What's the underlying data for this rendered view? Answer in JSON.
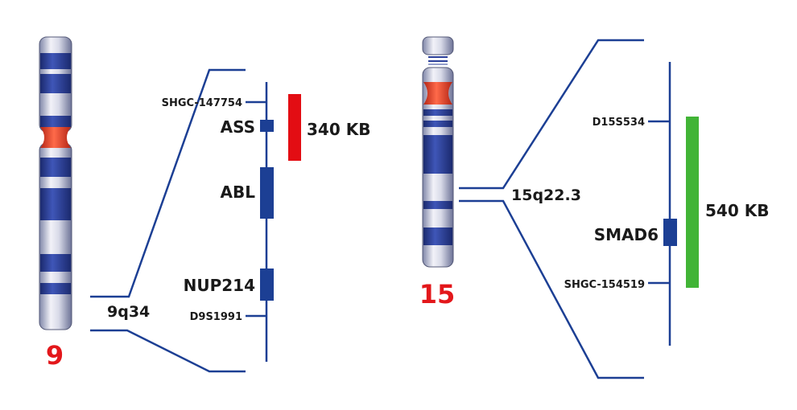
{
  "colors": {
    "line": "#1c3f94",
    "band": "#2b3f9a",
    "centromere": "#e5402a",
    "chromosome_label": "#e3171b",
    "red_bar": "#e30d13",
    "green_bar": "#41b436",
    "gene_block": "#1c3f94"
  },
  "chr9": {
    "number": "9",
    "band_label": "9q34",
    "markers": {
      "shgc": "SHGC-147754",
      "d9s": "D9S1991"
    },
    "genes": {
      "ass": "ASS",
      "abl": "ABL",
      "nup": "NUP214"
    },
    "region_size": "340 KB"
  },
  "chr15": {
    "number": "15",
    "band_label": "15q22.3",
    "markers": {
      "d15s": "D15S534",
      "shgc": "SHGC-154519"
    },
    "genes": {
      "smad": "SMAD6"
    },
    "region_size": "540 KB"
  }
}
